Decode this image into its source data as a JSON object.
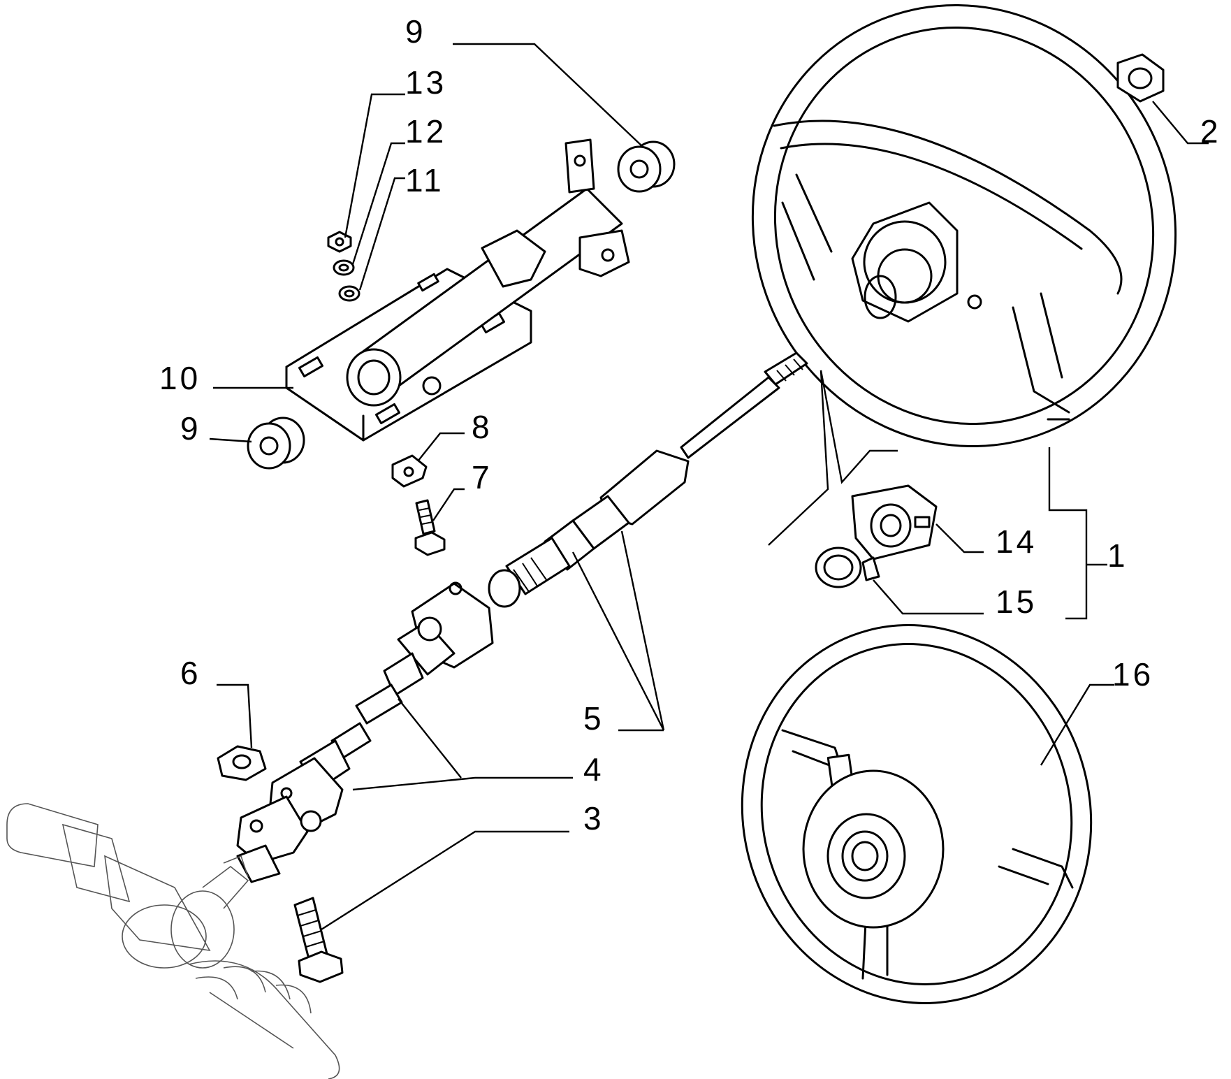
{
  "callouts": {
    "c1": "1",
    "c2": "2",
    "c3": "3",
    "c4": "4",
    "c5": "5",
    "c6": "6",
    "c7": "7",
    "c8": "8",
    "c9_top": "9",
    "c9_left": "9",
    "c10": "10",
    "c11": "11",
    "c12": "12",
    "c13": "13",
    "c14": "14",
    "c15": "15",
    "c16": "16"
  },
  "colors": {
    "ink": "#000000",
    "paper": "#ffffff",
    "faint": "#555555"
  }
}
